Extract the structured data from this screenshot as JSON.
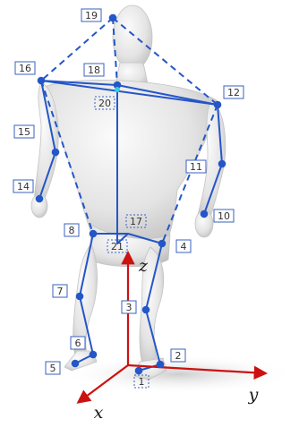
{
  "diagram": {
    "colors": {
      "skeleton": "#2456c8",
      "box_border": "#3a62c0",
      "joint_fill": "#2456c8",
      "highlight_joint": "#2fd0e0",
      "axis": "#cc1111",
      "body": "#e6e6e6"
    },
    "joints": [
      {
        "id": "1",
        "label": "1"
      },
      {
        "id": "2",
        "label": "2"
      },
      {
        "id": "3",
        "label": "3"
      },
      {
        "id": "4",
        "label": "4"
      },
      {
        "id": "5",
        "label": "5"
      },
      {
        "id": "6",
        "label": "6"
      },
      {
        "id": "7",
        "label": "7"
      },
      {
        "id": "8",
        "label": "8"
      },
      {
        "id": "10",
        "label": "10"
      },
      {
        "id": "11",
        "label": "11"
      },
      {
        "id": "12",
        "label": "12"
      },
      {
        "id": "14",
        "label": "14"
      },
      {
        "id": "15",
        "label": "15"
      },
      {
        "id": "16",
        "label": "16"
      },
      {
        "id": "17",
        "label": "17"
      },
      {
        "id": "18",
        "label": "18"
      },
      {
        "id": "19",
        "label": "19"
      },
      {
        "id": "20",
        "label": "20"
      },
      {
        "id": "21",
        "label": "21"
      }
    ],
    "axes": {
      "x": "x",
      "y": "y",
      "z": "z"
    }
  }
}
